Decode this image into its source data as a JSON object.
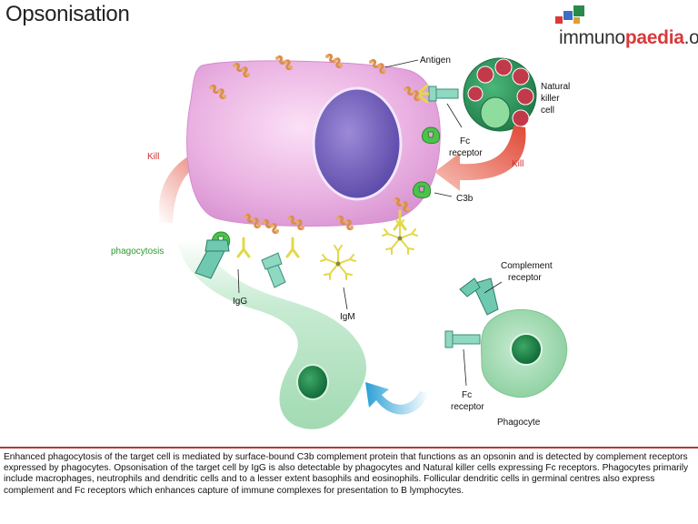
{
  "title": "Opsonisation",
  "logo": {
    "prefix": "immuno",
    "highlight": "paedia",
    "suffix": ".org"
  },
  "labels": {
    "antigen": "Antigen",
    "nk_line1": "Natural",
    "nk_line2": "killer",
    "nk_line3": "cell",
    "fc_receptor_line1": "Fc",
    "fc_receptor_line2": "receptor",
    "kill_left": "Kill",
    "kill_right": "Kill",
    "c3b": "C3b",
    "phagocytosis": "phagocytosis",
    "igg": "IgG",
    "igm": "IgM",
    "complement_receptor_line1": "Complement",
    "complement_receptor_line2": "receptor",
    "fc_receptor2_line1": "Fc",
    "fc_receptor2_line2": "receptor",
    "phagocyte": "Phagocyte"
  },
  "caption": "Enhanced phagocytosis of the target cell is mediated by surface-bound C3b complement protein that functions as an opsonin and is detected by complement receptors expressed by phagocytes.  Opsonisation of the target cell by IgG is also detectable by phagocytes and Natural killer cells expressing Fc receptors. Phagocytes primarily include macrophages, neutrophils and dendritic cells and to a lesser extent basophils and eosinophils. Follicular dendritic cells in germinal centres also express complement and Fc receptors which enhances capture of immune complexes for presentation to B lymphocytes.",
  "colors": {
    "target_cell": "#e4a6dc",
    "nucleus": "#7e6bc4",
    "nk_cell": "#2f9a5e",
    "phagocyte": "#9fd8b0",
    "kill_arrow": "#e04836",
    "phagocyte_arrow": "#3aa8d8",
    "antigen": "#d98e4a",
    "antibody": "#e2d84a",
    "c3b": "#4cc24c",
    "receptor": "#6fc9b0",
    "divider": "#b03a3a"
  }
}
